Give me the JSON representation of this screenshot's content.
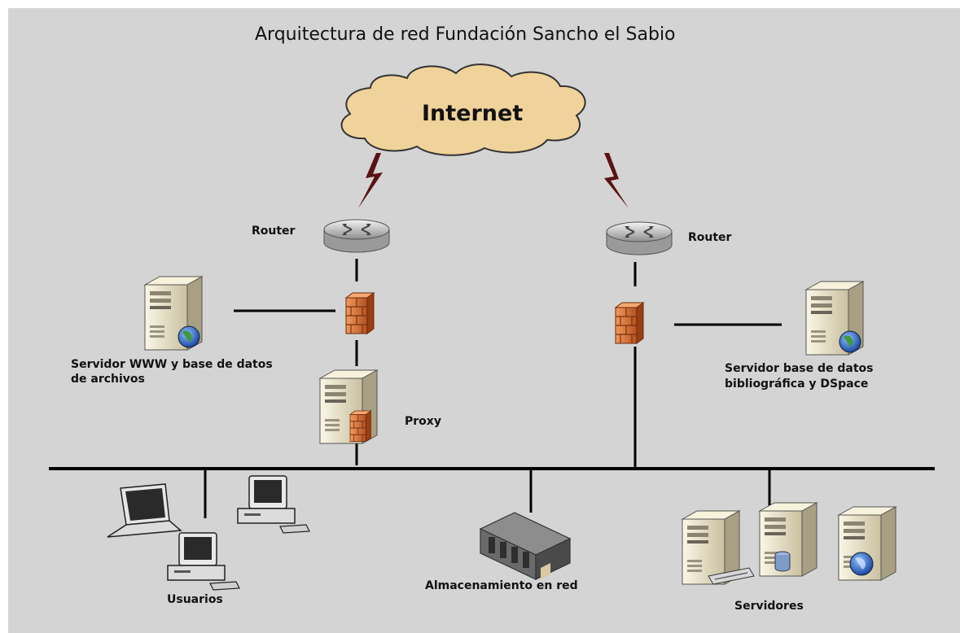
{
  "title": "Arquitectura de red Fundación Sancho el Sabio",
  "cloud_label": "Internet",
  "router_left_label": "Router",
  "router_right_label": "Router",
  "server_www_line1": "Servidor WWW y base de datos",
  "server_www_line2": "de archivos",
  "server_db_line1": "Servidor base de datos",
  "server_db_line2": "bibliográfica y DSpace",
  "proxy_label": "Proxy",
  "users_label": "Usuarios",
  "storage_label": "Almacenamiento en red",
  "servers_label": "Servidores",
  "colors": {
    "background": "#d4d4d4",
    "cloud": "#f0d39a",
    "lightning": "#5a1212",
    "firewall": "#d2703a",
    "server": "#ece6cf",
    "line": "#000000"
  }
}
